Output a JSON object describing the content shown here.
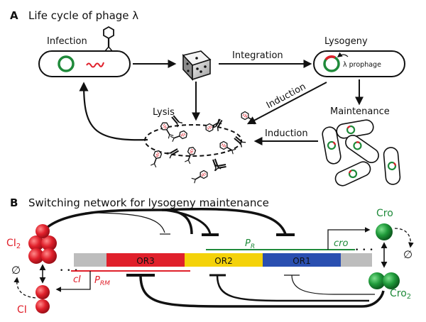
{
  "panel_a": {
    "letter": "A",
    "title": "Life cycle of phage λ",
    "labels": {
      "infection": "Infection",
      "integration": "Integration",
      "lysogeny": "Lysogeny",
      "prophage": "λ prophage",
      "induction_top": "Induction",
      "induction_bottom": "Induction",
      "lysis": "Lysis",
      "maintenance": "Maintenance"
    }
  },
  "panel_b": {
    "letter": "B",
    "title": "Switching network for lysogeny maintenance",
    "operators": {
      "or3": "OR3",
      "or2": "OR2",
      "or1": "OR1"
    },
    "promoters": {
      "pr_main": "P",
      "pr_sub": "R",
      "prm_main": "P",
      "prm_sub": "RM"
    },
    "genes": {
      "cro": "cro",
      "ci": "cI"
    },
    "proteins": {
      "cro": "Cro",
      "cro2_main": "Cro",
      "cro2_sub": "2",
      "ci2_main": "CI",
      "ci2_sub": "2",
      "ci": "CI"
    },
    "null_symbol": "∅",
    "ellipsis": "• • •"
  },
  "colors": {
    "green": "#1f8a3a",
    "red": "#e0202b",
    "yellow": "#f4d20a",
    "blue": "#2a4fb0",
    "grey": "#bdbdbd"
  }
}
